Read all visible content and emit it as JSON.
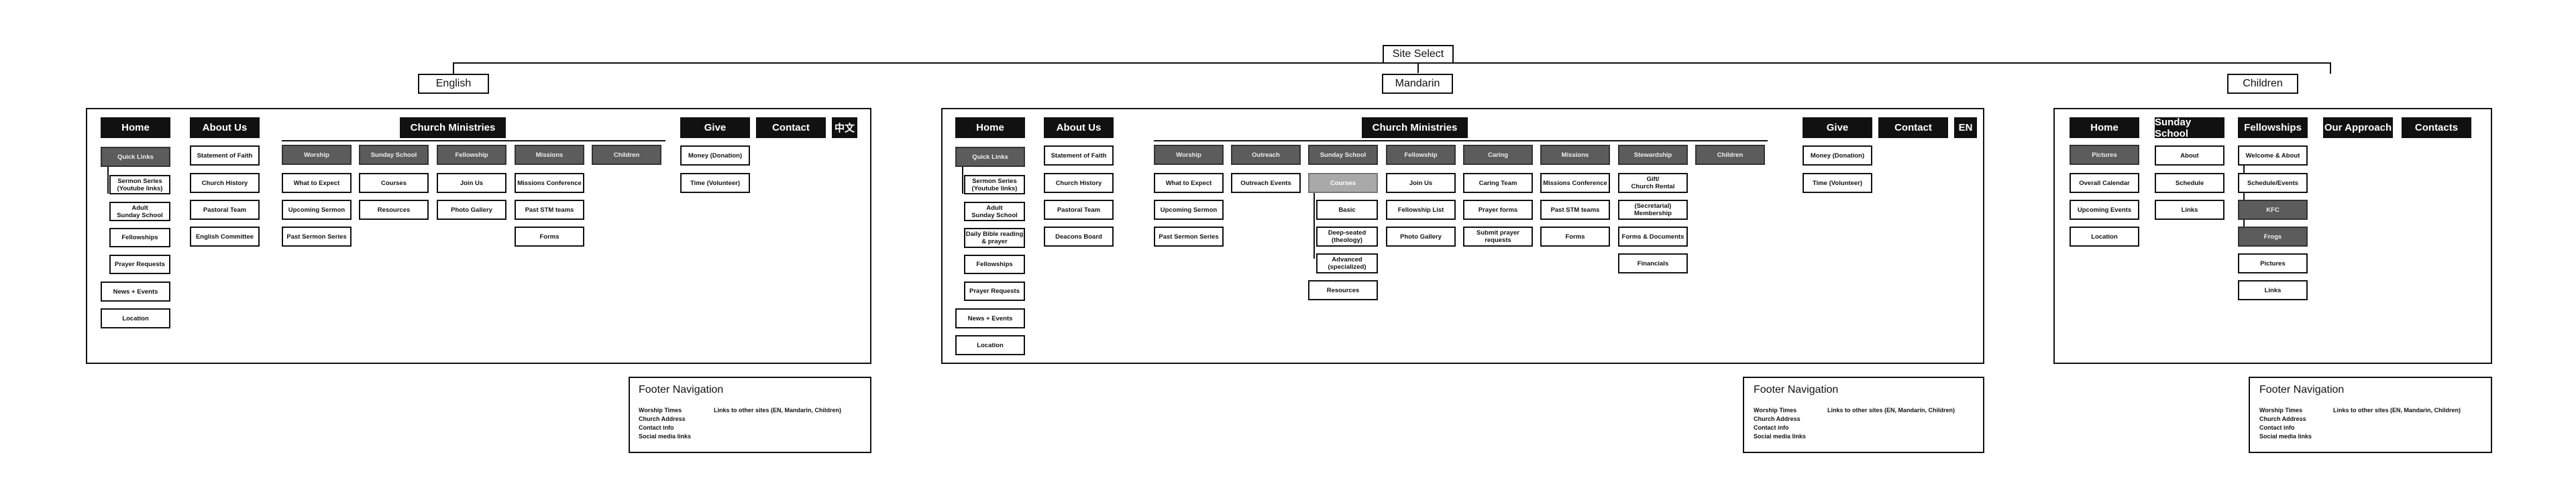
{
  "site_select": "Site Select",
  "sites": [
    {
      "label": "English",
      "sections": [
        {
          "title": "Home",
          "items": [
            {
              "text": "Quick Links",
              "style": "dark"
            },
            {
              "text": "Sermon Series\n(Youtube links)",
              "style": "box"
            },
            {
              "text": "Adult\nSunday School",
              "style": "box"
            },
            {
              "text": "Fellowships",
              "style": "box"
            },
            {
              "text": "Prayer Requests",
              "style": "box"
            },
            {
              "text": "News + Events",
              "style": "box"
            },
            {
              "text": "Location",
              "style": "box"
            }
          ]
        },
        {
          "title": "About Us",
          "items": [
            {
              "text": "Statement of Faith",
              "style": "box"
            },
            {
              "text": "Church History",
              "style": "box"
            },
            {
              "text": "Pastoral Team",
              "style": "box"
            },
            {
              "text": "English Committee",
              "style": "box"
            }
          ]
        },
        {
          "title": "Church Ministries",
          "columns": [
            {
              "title": "Worship",
              "items": [
                "What to Expect",
                "Upcoming Sermon",
                "Past Sermon Series"
              ]
            },
            {
              "title": "Sunday School",
              "items": [
                "Courses",
                "Resources"
              ]
            },
            {
              "title": "Fellowship",
              "items": [
                "Join Us",
                "Photo Gallery"
              ]
            },
            {
              "title": "Missions",
              "items": [
                "Missions Conference",
                "Past STM teams",
                "Forms"
              ]
            },
            {
              "title": "Children",
              "items": []
            }
          ]
        },
        {
          "title": "Give",
          "items": [
            {
              "text": "Money (Donation)",
              "style": "box"
            },
            {
              "text": "Time (Volunteer)",
              "style": "box"
            }
          ]
        },
        {
          "title": "Contact",
          "items": []
        },
        {
          "title": "中文",
          "items": []
        }
      ],
      "footer": {
        "title": "Footer Navigation",
        "left": "Worship Times\nChurch Address\nContact info\nSocial media links",
        "right": "Links to other sites (EN, Mandarin, Children)"
      }
    },
    {
      "label": "Mandarin",
      "sections": [
        {
          "title": "Home",
          "items": [
            {
              "text": "Quick Links",
              "style": "dark"
            },
            {
              "text": "Sermon Series\n(Youtube links)",
              "style": "box"
            },
            {
              "text": "Adult\nSunday School",
              "style": "box"
            },
            {
              "text": "Daily Bible reading\n& prayer",
              "style": "box"
            },
            {
              "text": "Fellowships",
              "style": "box"
            },
            {
              "text": "Prayer Requests",
              "style": "box"
            },
            {
              "text": "News + Events",
              "style": "box"
            },
            {
              "text": "Location",
              "style": "box"
            }
          ]
        },
        {
          "title": "About Us",
          "items": [
            {
              "text": "Statement of Faith",
              "style": "box"
            },
            {
              "text": "Church History",
              "style": "box"
            },
            {
              "text": "Pastoral Team",
              "style": "box"
            },
            {
              "text": "Deacons Board",
              "style": "box"
            }
          ]
        },
        {
          "title": "Church Ministries",
          "columns": [
            {
              "title": "Worship",
              "items": [
                "What to Expect",
                "Upcoming Sermon",
                "Past Sermon Series"
              ]
            },
            {
              "title": "Outreach",
              "items": [
                "Outreach Events"
              ]
            },
            {
              "title": "Sunday School",
              "items": [
                "Courses",
                "Basic",
                "Deep-seated\n(theology)",
                "Advanced\n(specialized)",
                "Resources"
              ]
            },
            {
              "title": "Fellowship",
              "items": [
                "Join Us",
                "Fellowship List",
                "Photo Gallery"
              ]
            },
            {
              "title": "Caring",
              "items": [
                "Caring Team",
                "Prayer forms",
                "Submit prayer requests"
              ]
            },
            {
              "title": "Missions",
              "items": [
                "Missions Conference",
                "Past STM teams",
                "Forms"
              ]
            },
            {
              "title": "Stewardship",
              "items": [
                "Gift/\nChurch Rental",
                "(Secretarial)\nMembership",
                "Forms & Documents",
                "Financials"
              ]
            },
            {
              "title": "Children",
              "items": []
            }
          ]
        },
        {
          "title": "Give",
          "items": [
            {
              "text": "Money (Donation)",
              "style": "box"
            },
            {
              "text": "Time (Volunteer)",
              "style": "box"
            }
          ]
        },
        {
          "title": "Contact",
          "items": []
        },
        {
          "title": "EN",
          "items": []
        }
      ],
      "footer": {
        "title": "Footer Navigation",
        "left": "Worship Times\nChurch Address\nContact info\nSocial media links",
        "right": "Links to other sites (EN, Mandarin, Children)"
      }
    },
    {
      "label": "Children",
      "sections": [
        {
          "title": "Home",
          "items": [
            {
              "text": "Pictures",
              "style": "dark"
            },
            {
              "text": "Overall Calendar",
              "style": "box"
            },
            {
              "text": "Upcoming Events",
              "style": "box"
            },
            {
              "text": "Location",
              "style": "box"
            }
          ]
        },
        {
          "title": "Sunday School",
          "items": [
            {
              "text": "About",
              "style": "box"
            },
            {
              "text": "Schedule",
              "style": "box"
            },
            {
              "text": "Links",
              "style": "box"
            }
          ]
        },
        {
          "title": "Fellowships",
          "items": [
            {
              "text": "Welcome & About",
              "style": "box"
            },
            {
              "text": "Schedule/Events",
              "style": "box"
            },
            {
              "text": "KFC",
              "style": "dark"
            },
            {
              "text": "Frogs",
              "style": "dark"
            },
            {
              "text": "Pictures",
              "style": "box"
            },
            {
              "text": "Links",
              "style": "box"
            }
          ]
        },
        {
          "title": "Our Approach",
          "items": []
        },
        {
          "title": "Contacts",
          "items": []
        }
      ],
      "footer": {
        "title": "Footer Navigation",
        "left": "Worship Times\nChurch Address\nContact info\nSocial media links",
        "right": "Links to other sites (EN, Mandarin, Children)"
      }
    }
  ]
}
